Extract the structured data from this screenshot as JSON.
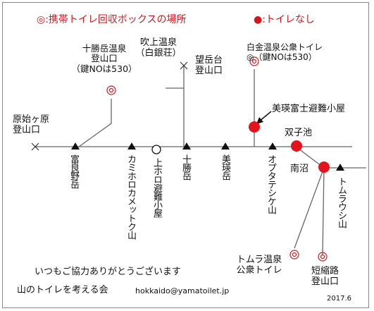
{
  "legend": {
    "box_label": "◎:携帯トイレ回収ボックスの場所",
    "no_toilet_label": "●:トイレなし"
  },
  "places": {
    "genshigahara": "原始ヶ原\n登山口",
    "tokachidake_onsen": "十勝岳温泉\n登山口\n（鍵NOは530）",
    "fukiage_onsen": "吹上温泉\n（白銀荘）",
    "bogakudai": "望岳台\n登山口",
    "shirogane_onsen": "白金温泉公衆トイレ\n◎（鍵NOは530）",
    "biei_fuji_hut": "美瑛富士避難小屋",
    "futagoike": "双子池",
    "minaminuma": "南沼",
    "tomura_onsen": "トムラ温泉\n公衆トイレ",
    "tanshukuro": "短縮路\n登山口"
  },
  "peaks": {
    "furanodake": "富良野岳",
    "kamihoro": "カミホロカメットク山",
    "kamihoro_hut": "上ホロ避難小屋",
    "tokachidake": "十勝岳",
    "bieidake": "美瑛岳",
    "oputateshike": "オプタテシケ山",
    "tomuraushi": "トムラウシ山"
  },
  "footer": {
    "thanks": "いつもご協力ありがとうございます",
    "org": "山のトイレを考える会",
    "email": "hokkaido@yamatoilet.jp",
    "date": "2017.6"
  },
  "colors": {
    "box": "#d8161d",
    "no_toilet": "#e3141b",
    "line": "#666666"
  }
}
